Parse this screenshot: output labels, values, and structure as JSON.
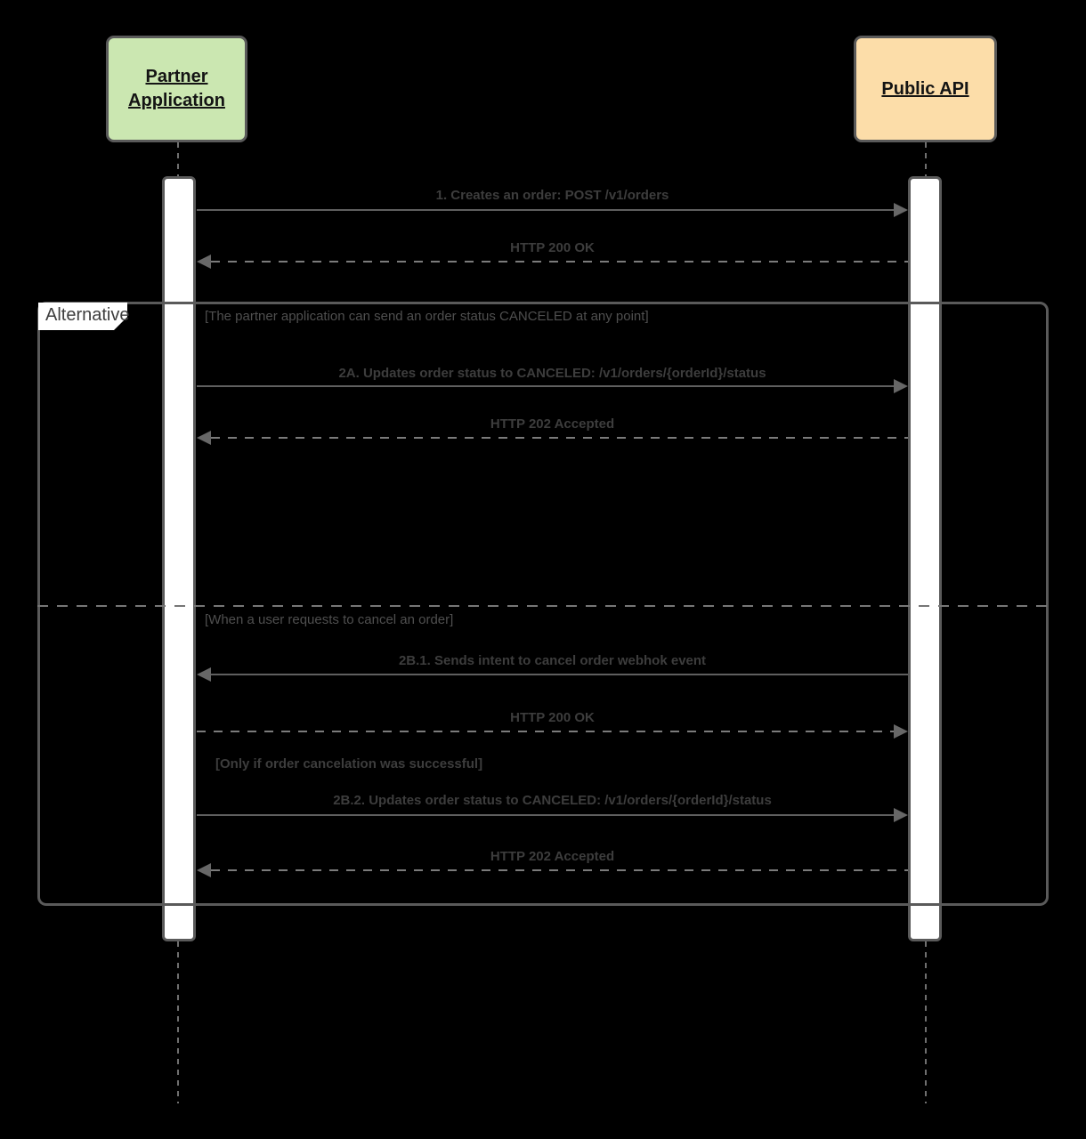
{
  "diagram": {
    "type": "uml-sequence",
    "background_color": "#000000",
    "actors": [
      {
        "name": "Partner Application",
        "fill": "#cbe7b1",
        "border": "#5a5a5a"
      },
      {
        "name": "Public API",
        "fill": "#fcdda9",
        "border": "#5a5a5a"
      }
    ],
    "activation_fill": "#ffffff",
    "line_color": "#5f5f5f",
    "fragment": {
      "operator": "Alternative",
      "guards": [
        "[The partner application can send an order status CANCELED at any point]",
        "[When a user requests to cancel an order]",
        "[Only if order cancelation was successful]"
      ]
    },
    "messages": [
      {
        "label": "1. Creates an order: POST /v1/orders",
        "from": "Partner Application",
        "to": "Public API",
        "line": "solid"
      },
      {
        "label": "HTTP 200 OK",
        "from": "Public API",
        "to": "Partner Application",
        "line": "dashed"
      },
      {
        "label": "2A. Updates order status to CANCELED: /v1/orders/{orderId}/status",
        "from": "Partner Application",
        "to": "Public API",
        "line": "solid"
      },
      {
        "label": "HTTP 202 Accepted",
        "from": "Public API",
        "to": "Partner Application",
        "line": "dashed"
      },
      {
        "label": "2B.1. Sends intent to cancel order webhok event",
        "from": "Public API",
        "to": "Partner Application",
        "line": "solid"
      },
      {
        "label": "HTTP 200 OK",
        "from": "Partner Application",
        "to": "Public API",
        "line": "dashed"
      },
      {
        "label": "2B.2. Updates order status to CANCELED: /v1/orders/{orderId}/status",
        "from": "Partner Application",
        "to": "Public API",
        "line": "solid"
      },
      {
        "label": "HTTP 202 Accepted",
        "from": "Public API",
        "to": "Partner Application",
        "line": "dashed"
      }
    ]
  }
}
